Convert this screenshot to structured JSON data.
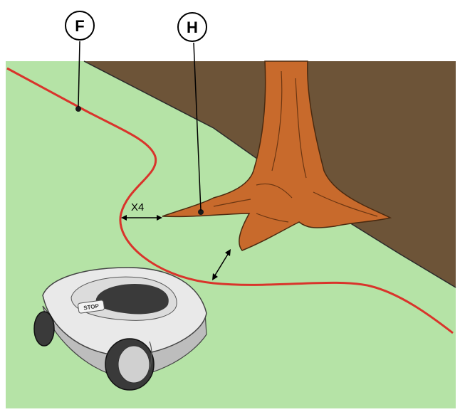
{
  "callouts": {
    "boundary_wire": "F",
    "root_obstacle": "H"
  },
  "dimension": {
    "distance_label": "X4"
  },
  "mower": {
    "button_label": "STOP"
  },
  "colors": {
    "lawn": "#b5e3a6",
    "soil": "#6d5438",
    "wire": "#d9342b",
    "trunk": "#c86a2c",
    "trunk_shadow": "#a0501c",
    "mower_body": "#e9e9e9",
    "mower_dark": "#3a3a3a"
  },
  "icons": {
    "wire_marker": "dot-icon",
    "distance_arrows": "double-arrow-icon"
  }
}
